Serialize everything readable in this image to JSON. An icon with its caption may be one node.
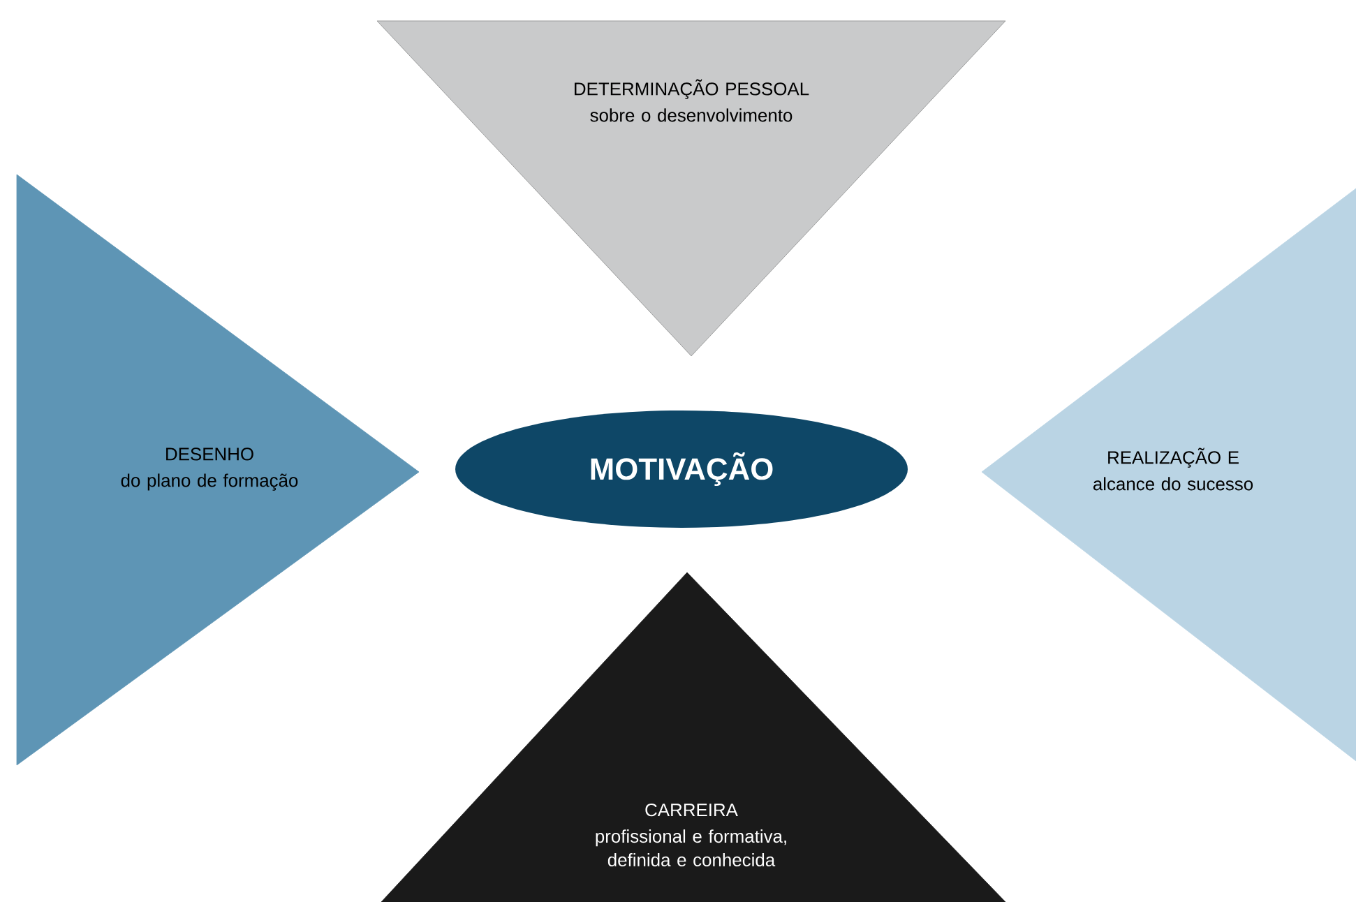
{
  "diagram": {
    "nodes": [
      {
        "text": [
          "DETERMINAÇÃO PESSOAL",
          "sobre o desenvolvimento"
        ]
      },
      {
        "text": [
          "DESENHO",
          "do plano de formação"
        ]
      },
      {
        "text": [
          "MOTIVAÇÃO"
        ]
      },
      {
        "text": [
          "REALIZAÇÃO E",
          "alcance do sucesso"
        ]
      },
      {
        "text": [
          "CARREIRA",
          "profissional e formativa, definida e conhecida"
        ]
      }
    ]
  }
}
